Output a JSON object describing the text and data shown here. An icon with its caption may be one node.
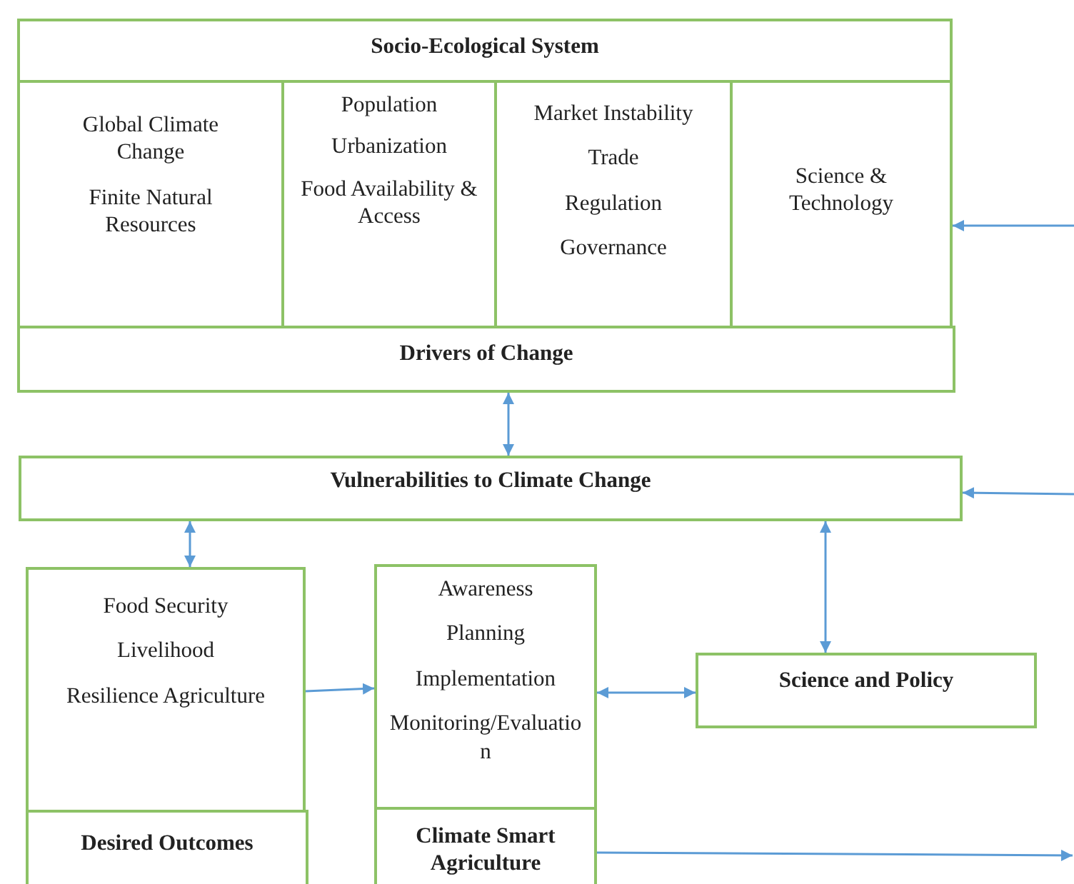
{
  "diagram": {
    "nodes": [
      {
        "text": [
          "Socio-Ecological System"
        ]
      },
      {
        "text": [
          "Global Climate Change",
          "Finite Natural Resources"
        ]
      },
      {
        "text": [
          "Population",
          "Urbanization",
          "Food Availability & Access"
        ]
      },
      {
        "text": [
          "Market Instability",
          "Trade",
          "Regulation",
          "Governance"
        ]
      },
      {
        "text": [
          "Science & Technology"
        ]
      },
      {
        "text": [
          "Drivers of Change"
        ]
      },
      {
        "text": [
          "Vulnerabilities to Climate Change"
        ]
      },
      {
        "text": [
          "Food Security",
          "Livelihood",
          "Resilience Agriculture"
        ]
      },
      {
        "text": [
          "Desired Outcomes"
        ]
      },
      {
        "text": [
          "Awareness",
          "Planning",
          "Implementation",
          "Monitoring/Evaluation"
        ]
      },
      {
        "text": [
          "Climate Smart Agriculture"
        ]
      },
      {
        "text": [
          "Science and Policy"
        ]
      }
    ],
    "edges": [
      {
        "from": 5,
        "to": 6,
        "arrow": "both"
      },
      {
        "from": 6,
        "to": 7,
        "arrow": "both"
      },
      {
        "from": 7,
        "to": 9,
        "arrow": "to"
      },
      {
        "from": 9,
        "to": 11,
        "arrow": "both"
      },
      {
        "from": 6,
        "to": 11,
        "arrow": "both"
      },
      {
        "from": null,
        "to": 4,
        "arrow": "to"
      },
      {
        "from": null,
        "to": 6,
        "arrow": "to"
      },
      {
        "from": 10,
        "to": null,
        "arrow": "to"
      }
    ]
  }
}
